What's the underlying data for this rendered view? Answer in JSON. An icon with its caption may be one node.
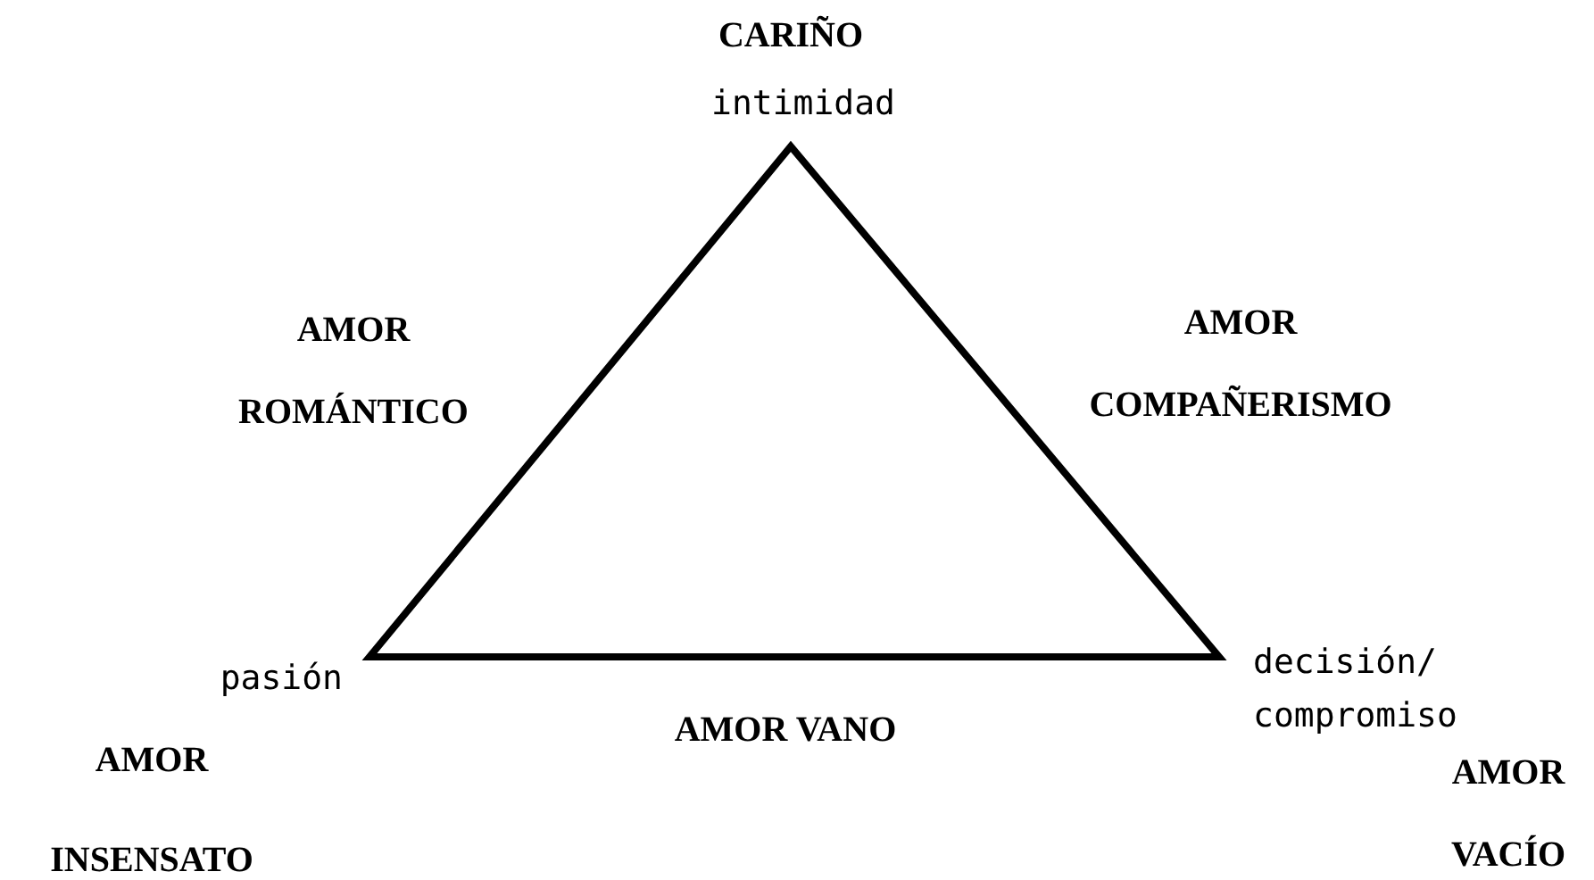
{
  "diagram": {
    "labels": [
      "CARIÑO",
      "intimidad",
      "AMOR ROMÁNTICO",
      "AMOR COMPAÑERISMO",
      "pasión",
      "decisión/ compromiso",
      "AMOR VANO",
      "AMOR INSENSATO",
      "AMOR VACÍO"
    ]
  }
}
